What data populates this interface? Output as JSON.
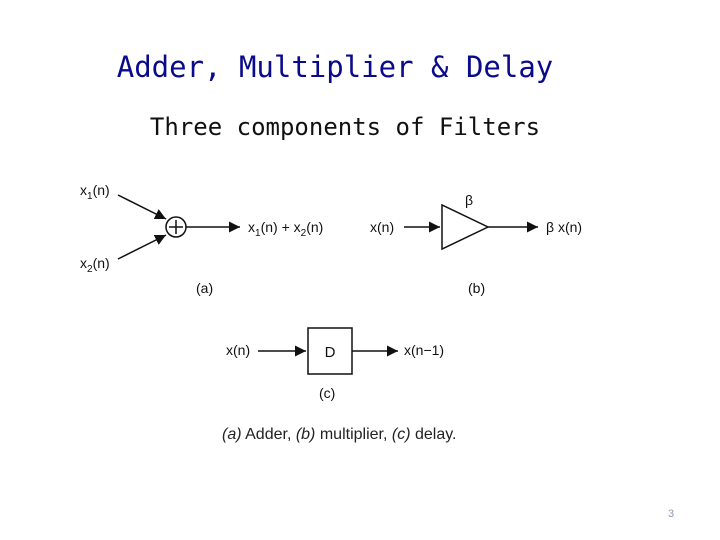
{
  "slide": {
    "title": "Adder, Multiplier & Delay",
    "subtitle": "Three components of Filters",
    "page_number": "3"
  },
  "adder": {
    "input1": {
      "var": "x",
      "sub": "1",
      "arg": "(n)"
    },
    "input2": {
      "var": "x",
      "sub": "2",
      "arg": "(n)"
    },
    "output": "x1(n) + x2(n)",
    "output_parts": {
      "a_var": "x",
      "a_sub": "1",
      "a_arg": "(n) + ",
      "b_var": "x",
      "b_sub": "2",
      "b_arg": "(n)"
    },
    "label": "(a)"
  },
  "multiplier": {
    "input": "x(n)",
    "gain": "β",
    "output": "β x(n)",
    "label": "(b)"
  },
  "delay": {
    "input": "x(n)",
    "block": "D",
    "output": "x(n−1)",
    "label": "(c)"
  },
  "caption": {
    "a": "(a)",
    "a_text": " Adder, ",
    "b": "(b)",
    "b_text": " multiplier, ",
    "c": "(c)",
    "c_text": " delay."
  }
}
